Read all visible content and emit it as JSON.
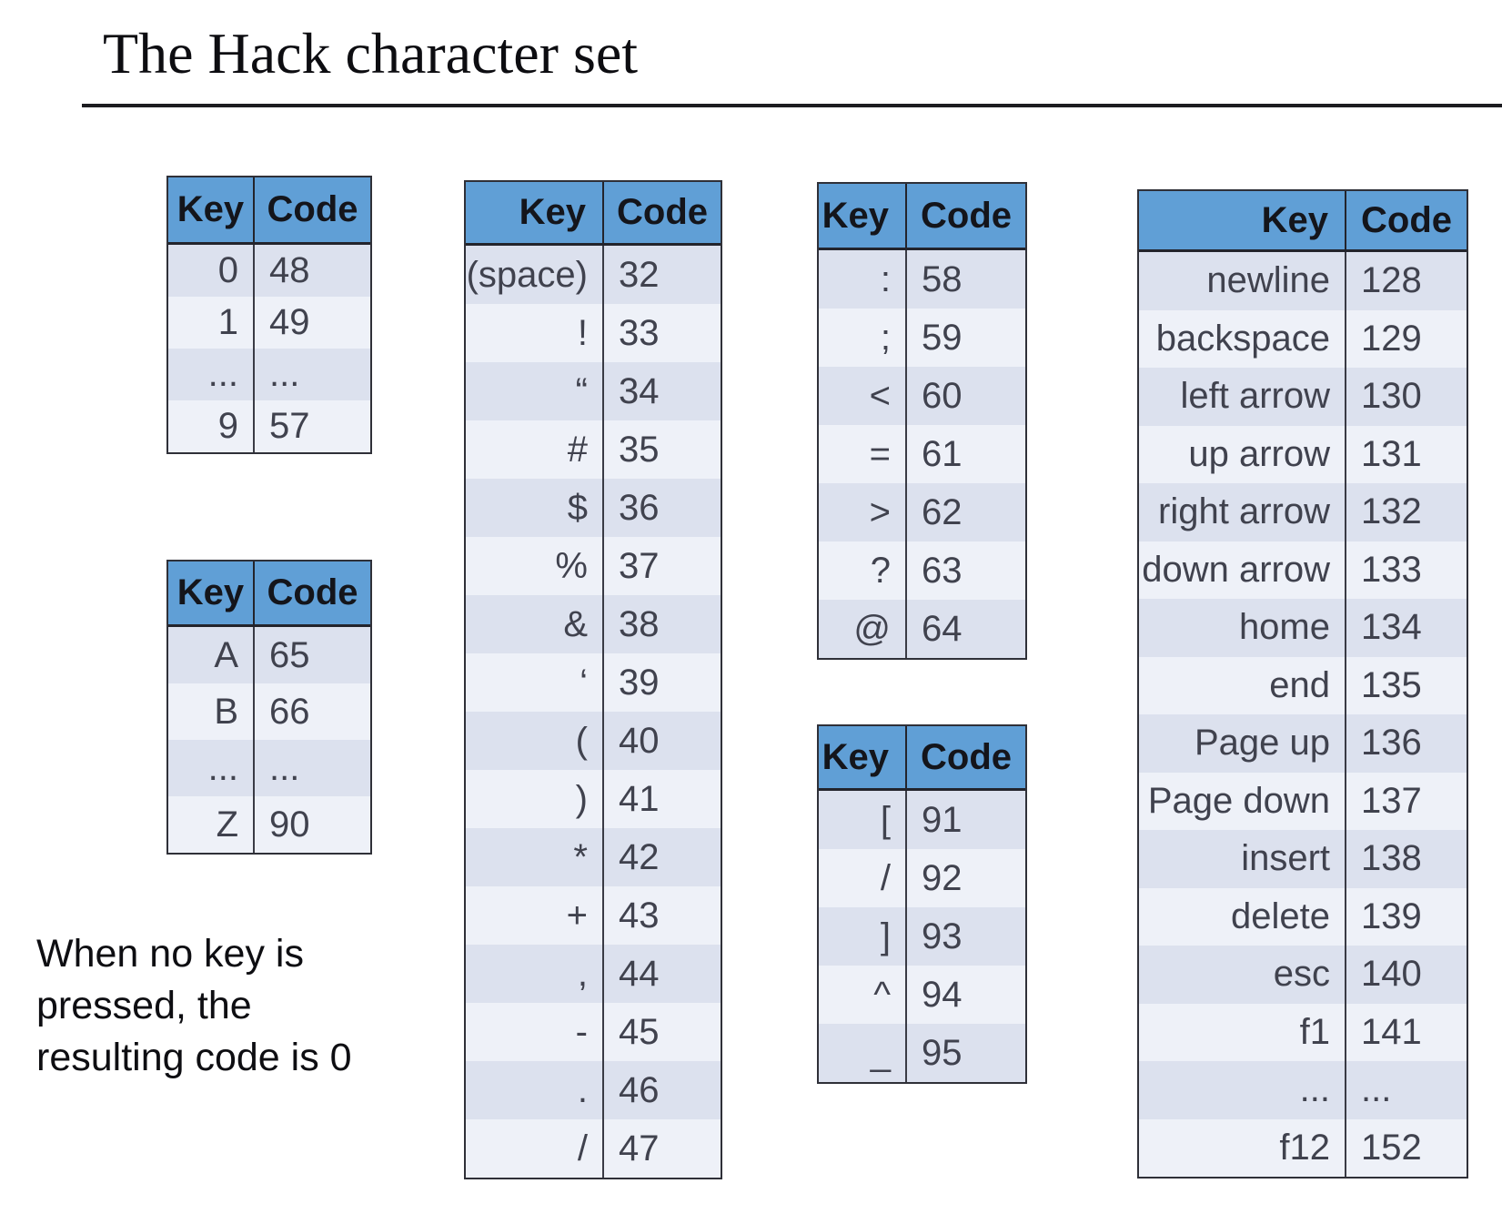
{
  "title": "The Hack character set",
  "note": {
    "lines": [
      "When no key is",
      "pressed, the",
      "resulting code is 0"
    ]
  },
  "colors": {
    "header_bg": "#609fd6",
    "row_dark": "#dce1ee",
    "row_light": "#eef1f8",
    "border": "#2f3038"
  },
  "tables": [
    {
      "name": "digits",
      "headers": {
        "key": "Key",
        "code": "Code"
      },
      "rows": [
        [
          "0",
          "48"
        ],
        [
          "1",
          "49"
        ],
        [
          "...",
          "..."
        ],
        [
          "9",
          "57"
        ]
      ]
    },
    {
      "name": "letters",
      "headers": {
        "key": "Key",
        "code": "Code"
      },
      "rows": [
        [
          "A",
          "65"
        ],
        [
          "B",
          "66"
        ],
        [
          "...",
          "..."
        ],
        [
          "Z",
          "90"
        ]
      ]
    },
    {
      "name": "symbols-32-47",
      "headers": {
        "key": "Key",
        "code": "Code"
      },
      "rows": [
        [
          "(space)",
          "32"
        ],
        [
          "!",
          "33"
        ],
        [
          "“",
          "34"
        ],
        [
          "#",
          "35"
        ],
        [
          "$",
          "36"
        ],
        [
          "%",
          "37"
        ],
        [
          "&",
          "38"
        ],
        [
          "‘",
          "39"
        ],
        [
          "(",
          "40"
        ],
        [
          ")",
          "41"
        ],
        [
          "*",
          "42"
        ],
        [
          "+",
          "43"
        ],
        [
          ",",
          "44"
        ],
        [
          "-",
          "45"
        ],
        [
          ".",
          "46"
        ],
        [
          "/",
          "47"
        ]
      ]
    },
    {
      "name": "symbols-58-64",
      "headers": {
        "key": "Key",
        "code": "Code"
      },
      "rows": [
        [
          ":",
          "58"
        ],
        [
          ";",
          "59"
        ],
        [
          "<",
          "60"
        ],
        [
          "=",
          "61"
        ],
        [
          ">",
          "62"
        ],
        [
          "?",
          "63"
        ],
        [
          "@",
          "64"
        ]
      ]
    },
    {
      "name": "symbols-91-95",
      "headers": {
        "key": "Key",
        "code": "Code"
      },
      "rows": [
        [
          "[",
          "91"
        ],
        [
          "/",
          "92"
        ],
        [
          "]",
          "93"
        ],
        [
          "^",
          "94"
        ],
        [
          "_",
          "95"
        ]
      ]
    },
    {
      "name": "special-keys",
      "headers": {
        "key": "Key",
        "code": "Code"
      },
      "rows": [
        [
          "newline",
          "128"
        ],
        [
          "backspace",
          "129"
        ],
        [
          "left arrow",
          "130"
        ],
        [
          "up arrow",
          "131"
        ],
        [
          "right arrow",
          "132"
        ],
        [
          "down arrow",
          "133"
        ],
        [
          "home",
          "134"
        ],
        [
          "end",
          "135"
        ],
        [
          "Page up",
          "136"
        ],
        [
          "Page down",
          "137"
        ],
        [
          "insert",
          "138"
        ],
        [
          "delete",
          "139"
        ],
        [
          "esc",
          "140"
        ],
        [
          "f1",
          "141"
        ],
        [
          "...",
          "..."
        ],
        [
          "f12",
          "152"
        ]
      ]
    }
  ]
}
